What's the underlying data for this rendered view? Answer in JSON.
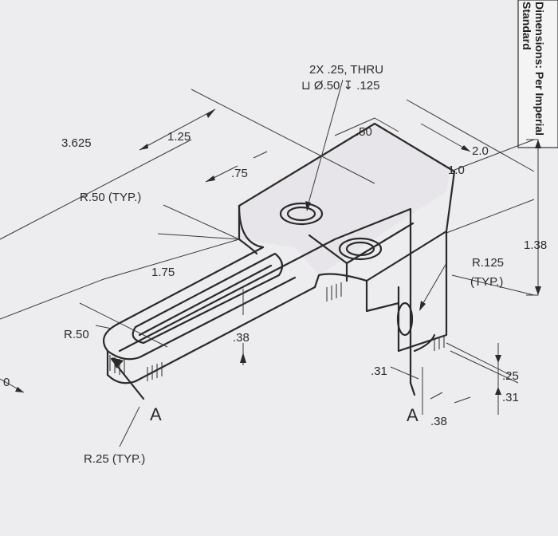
{
  "note_box": {
    "line1": "Dimensions: Per Imperial",
    "line2": "Standard"
  },
  "callouts": {
    "hole_note_line1": "2X .25, THRU",
    "hole_note_line2": "⊔ Ø.50 ↧ .125",
    "d_3625": "3.625",
    "d_125": "1.25",
    "d_075": ".75",
    "d_050": ".50",
    "d_20": "2.0",
    "d_10": "1.0",
    "d_138": "1.38",
    "r_050_typ": "R.50 (TYP.)",
    "r_0125": "R.125",
    "r_0125_typ": "(TYP.)",
    "d_175": "1.75",
    "r_050": "R.50",
    "d_038": ".38",
    "d_031": ".31",
    "d_025": ".25",
    "d_031b": ".31",
    "d_038b": ".38",
    "section_a1": "A",
    "section_a2": "A",
    "r_025_typ": "R.25 (TYP.)",
    "left_cut": "0"
  }
}
